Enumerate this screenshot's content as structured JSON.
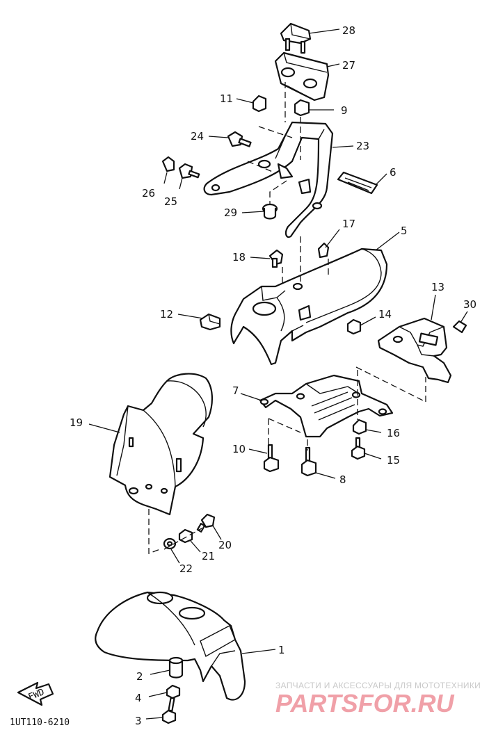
{
  "diagram": {
    "drawing_code": "1UT110-6210",
    "direction_label": "FWD",
    "parts": [
      {
        "id": "p1",
        "number": "1"
      },
      {
        "id": "p2",
        "number": "2"
      },
      {
        "id": "p3",
        "number": "3"
      },
      {
        "id": "p4",
        "number": "4"
      },
      {
        "id": "p5",
        "number": "5"
      },
      {
        "id": "p6",
        "number": "6"
      },
      {
        "id": "p7",
        "number": "7"
      },
      {
        "id": "p8",
        "number": "8"
      },
      {
        "id": "p9",
        "number": "9"
      },
      {
        "id": "p10",
        "number": "10"
      },
      {
        "id": "p11",
        "number": "11"
      },
      {
        "id": "p12",
        "number": "12"
      },
      {
        "id": "p13",
        "number": "13"
      },
      {
        "id": "p14",
        "number": "14"
      },
      {
        "id": "p15",
        "number": "15"
      },
      {
        "id": "p16",
        "number": "16"
      },
      {
        "id": "p17",
        "number": "17"
      },
      {
        "id": "p18",
        "number": "18"
      },
      {
        "id": "p19",
        "number": "19"
      },
      {
        "id": "p20",
        "number": "20"
      },
      {
        "id": "p21",
        "number": "21"
      },
      {
        "id": "p22",
        "number": "22"
      },
      {
        "id": "p23",
        "number": "23"
      },
      {
        "id": "p24",
        "number": "24"
      },
      {
        "id": "p25",
        "number": "25"
      },
      {
        "id": "p26",
        "number": "26"
      },
      {
        "id": "p27",
        "number": "27"
      },
      {
        "id": "p28",
        "number": "28"
      },
      {
        "id": "p29",
        "number": "29"
      },
      {
        "id": "p30",
        "number": "30"
      }
    ]
  },
  "watermark": {
    "tagline": "ЗАПЧАСТИ И АКСЕССУАРЫ ДЛЯ МОТОТЕХНИКИ",
    "logo_text": "PARTSFOR.RU"
  }
}
